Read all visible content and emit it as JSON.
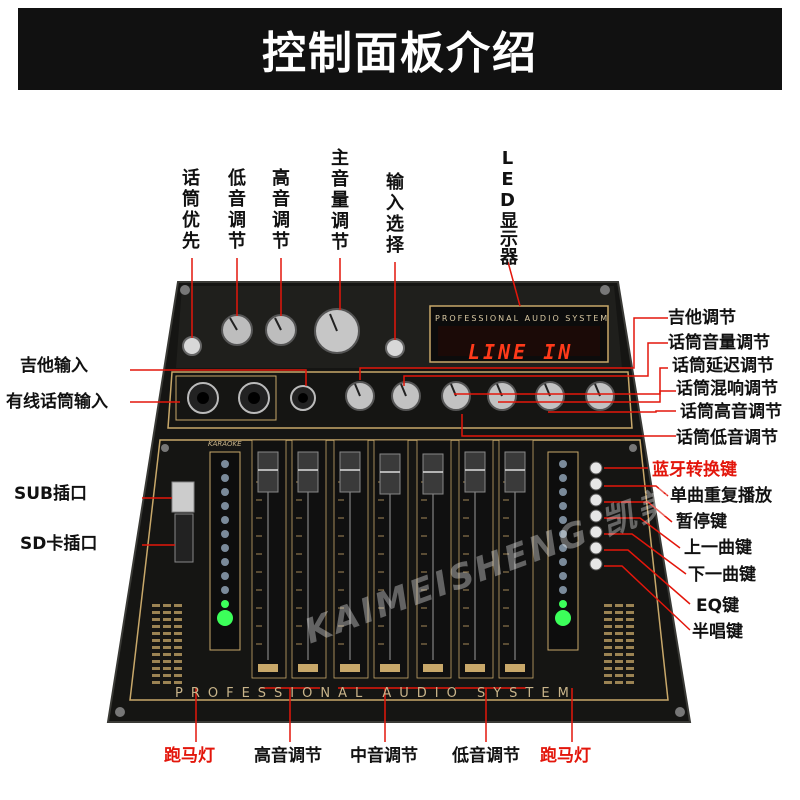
{
  "title": "控制面板介绍",
  "top_labels": [
    {
      "id": "mic-priority",
      "text": "话筒优先"
    },
    {
      "id": "bass",
      "text": "低音调节"
    },
    {
      "id": "treble",
      "text": "高音调节"
    },
    {
      "id": "master-volume",
      "text": "主音量调节"
    },
    {
      "id": "input-select",
      "text": "输入选择"
    },
    {
      "id": "led-display",
      "text": "LED显示器"
    }
  ],
  "left_labels": [
    {
      "id": "guitar-input",
      "text": "吉他输入"
    },
    {
      "id": "wired-mic-input",
      "text": "有线话筒输入"
    },
    {
      "id": "sub-port",
      "text": "SUB插口"
    },
    {
      "id": "sd-port",
      "text": "SD卡插口"
    }
  ],
  "right_labels": [
    {
      "id": "guitar-adjust",
      "text": "吉他调节",
      "color": "#111111"
    },
    {
      "id": "mic-volume",
      "text": "话筒音量调节",
      "color": "#111111"
    },
    {
      "id": "mic-delay",
      "text": "话筒延迟调节",
      "color": "#111111"
    },
    {
      "id": "mic-reverb",
      "text": "话筒混响调节",
      "color": "#111111"
    },
    {
      "id": "mic-treble",
      "text": "话筒高音调节",
      "color": "#111111"
    },
    {
      "id": "mic-bass",
      "text": "话筒低音调节",
      "color": "#111111"
    },
    {
      "id": "bluetooth-switch",
      "text": "蓝牙转换键",
      "color": "#e3160b"
    },
    {
      "id": "single-repeat",
      "text": "单曲重复播放",
      "color": "#111111"
    },
    {
      "id": "pause",
      "text": "暂停键",
      "color": "#111111"
    },
    {
      "id": "prev-track",
      "text": "上一曲键",
      "color": "#111111"
    },
    {
      "id": "next-track",
      "text": "下一曲键",
      "color": "#111111"
    },
    {
      "id": "eq",
      "text": "EQ键",
      "color": "#111111"
    },
    {
      "id": "karaoke-half",
      "text": "半唱键",
      "color": "#111111"
    }
  ],
  "bottom_labels": [
    {
      "id": "chase-light-left",
      "text": "跑马灯",
      "color": "#e3160b"
    },
    {
      "id": "treble-eq",
      "text": "高音调节",
      "color": "#111111"
    },
    {
      "id": "mid-eq",
      "text": "中音调节",
      "color": "#111111"
    },
    {
      "id": "bass-eq",
      "text": "低音调节",
      "color": "#111111"
    },
    {
      "id": "chase-light-right",
      "text": "跑马灯",
      "color": "#e3160b"
    }
  ],
  "panel": {
    "lcd_text": "LINE IN",
    "header_text": "PROFESSIONAL AUDIO SYSTEM",
    "footer_text": "PROFESSIONAL   AUDIO   SYSTEM",
    "brand_tag": "KARAOKE",
    "watermark": "KAIMEISHENG 凯美声音响"
  },
  "colors": {
    "title_bg": "#111111",
    "panel_bg": "#1a1a18",
    "panel_trim": "#c8a86a",
    "callout_red": "#e3160b",
    "led_green": "#3cff5a",
    "lcd_red": "#ff3a1a"
  }
}
